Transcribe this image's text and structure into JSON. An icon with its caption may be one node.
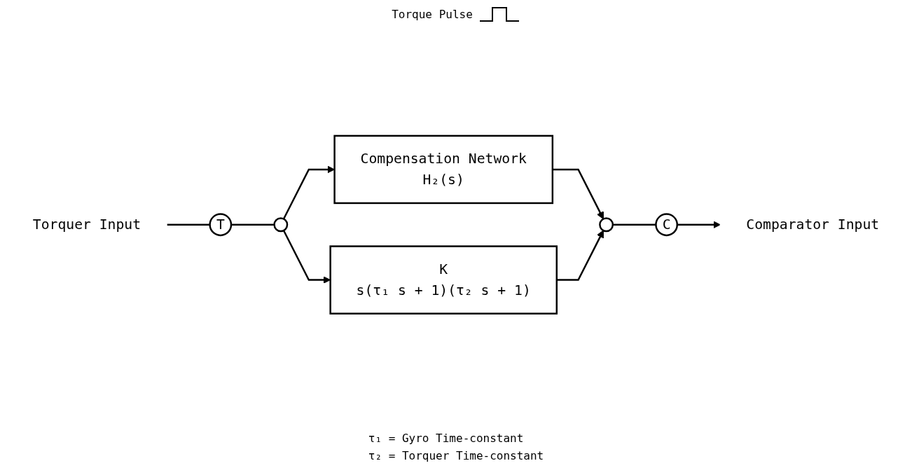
{
  "diagram": {
    "nodes": [
      {
        "text": [
          "Torquer Input"
        ]
      },
      {
        "text": [
          "T"
        ]
      },
      {
        "text": [],
        "shape": "circle"
      },
      {
        "text": [
          "Compensation Network",
          "H₂(s)"
        ]
      },
      {
        "text": [
          "K",
          "s(τ₁ s + 1)(τ₂ s + 1)"
        ]
      },
      {
        "text": [],
        "shape": "circle"
      },
      {
        "text": [
          "C"
        ]
      },
      {
        "text": [
          "Comparator Input"
        ]
      }
    ],
    "edges": [
      {
        "from": 0,
        "to": 1,
        "arrow": "none"
      },
      {
        "from": 1,
        "to": 2,
        "arrow": "none"
      },
      {
        "from": 2,
        "to": 3,
        "arrow": "to"
      },
      {
        "from": 2,
        "to": 4,
        "arrow": "to"
      },
      {
        "from": 3,
        "to": 5,
        "arrow": "to"
      },
      {
        "from": 4,
        "to": 5,
        "arrow": "to"
      },
      {
        "from": 5,
        "to": 6,
        "arrow": "none"
      },
      {
        "from": 6,
        "to": 7,
        "arrow": "to"
      }
    ],
    "labels": [
      "Torque Pulse",
      "τ₁ = Gyro Time-constant",
      "τ₂ = Torquer Time-constant"
    ]
  }
}
